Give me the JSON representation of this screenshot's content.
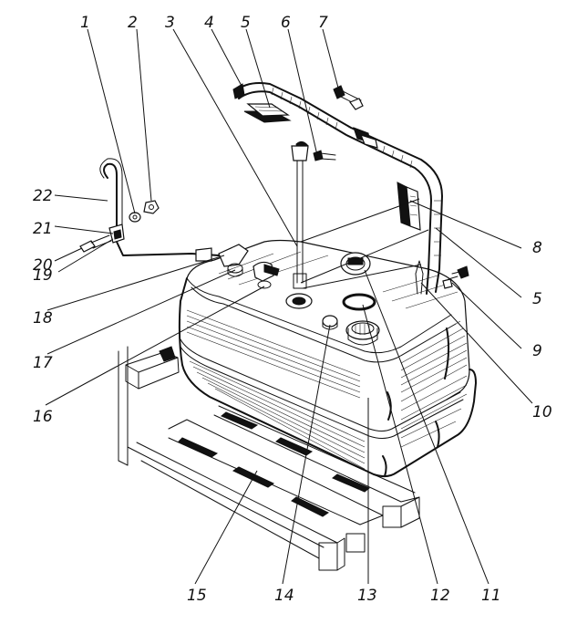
{
  "callouts": [
    {
      "id": "c1",
      "label": "1"
    },
    {
      "id": "c2",
      "label": "2"
    },
    {
      "id": "c3",
      "label": "3"
    },
    {
      "id": "c4",
      "label": "4"
    },
    {
      "id": "c5a",
      "label": "5"
    },
    {
      "id": "c6",
      "label": "6"
    },
    {
      "id": "c7",
      "label": "7"
    },
    {
      "id": "c8",
      "label": "8"
    },
    {
      "id": "c5b",
      "label": "5"
    },
    {
      "id": "c9",
      "label": "9"
    },
    {
      "id": "c10",
      "label": "10"
    },
    {
      "id": "c11",
      "label": "11"
    },
    {
      "id": "c12",
      "label": "12"
    },
    {
      "id": "c13",
      "label": "13"
    },
    {
      "id": "c14",
      "label": "14"
    },
    {
      "id": "c15",
      "label": "15"
    },
    {
      "id": "c16",
      "label": "16"
    },
    {
      "id": "c17",
      "label": "17"
    },
    {
      "id": "c18",
      "label": "18"
    },
    {
      "id": "c19",
      "label": "19"
    },
    {
      "id": "c20",
      "label": "20"
    },
    {
      "id": "c21",
      "label": "21"
    },
    {
      "id": "c22",
      "label": "22"
    }
  ],
  "colors": {
    "ink": "#111111",
    "paper": "#ffffff"
  }
}
